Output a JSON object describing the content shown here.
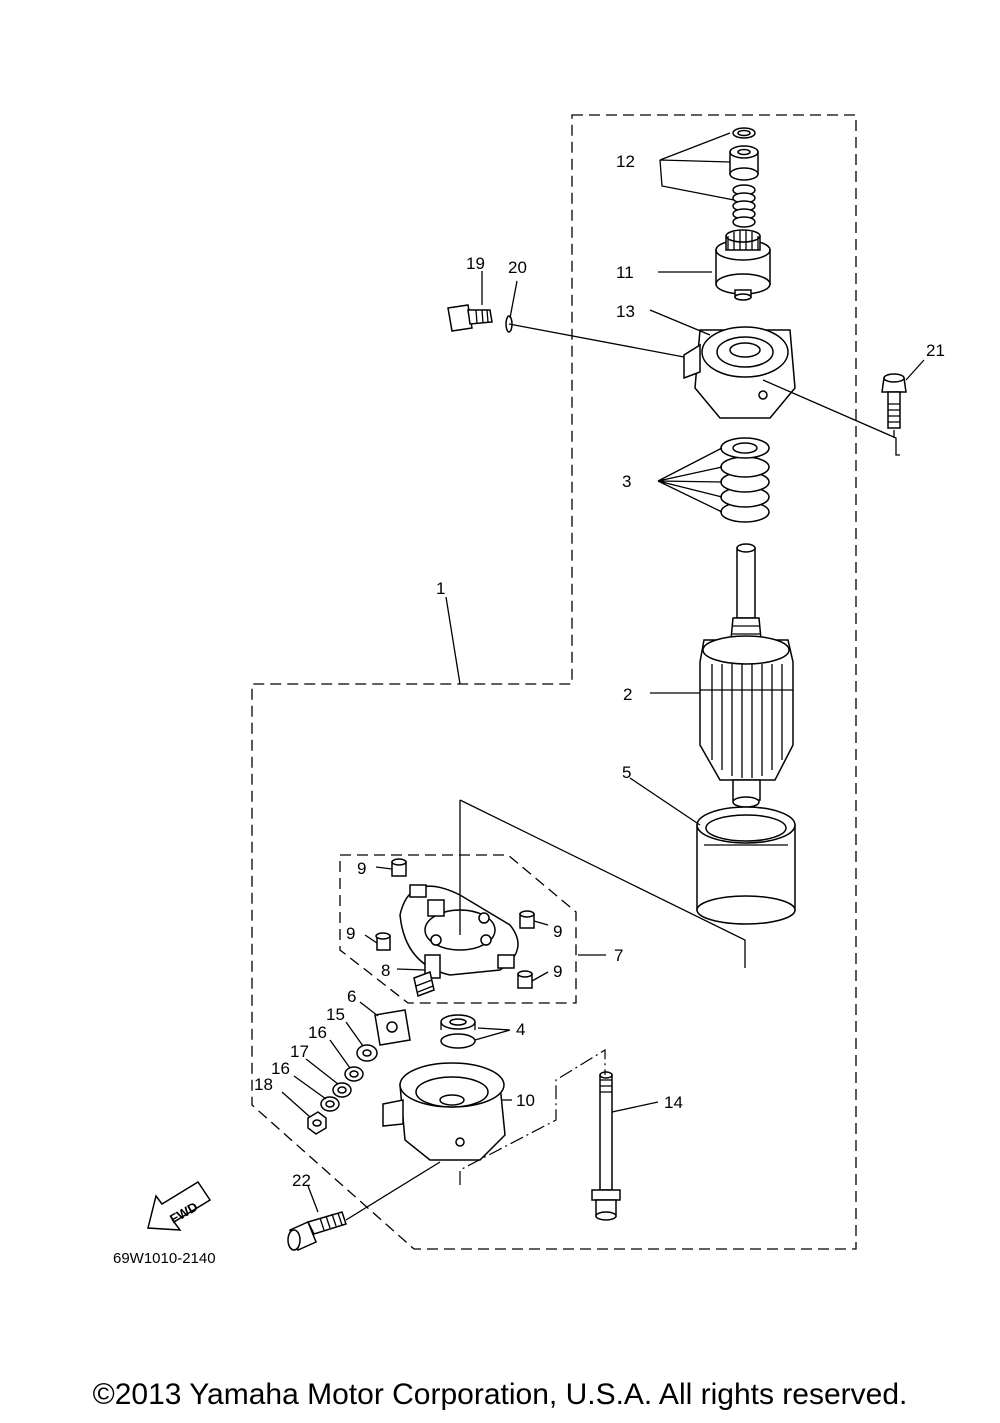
{
  "callouts": {
    "c1": "1",
    "c2": "2",
    "c3": "3",
    "c4": "4",
    "c5": "5",
    "c6": "6",
    "c7": "7",
    "c8": "8",
    "c9a": "9",
    "c9b": "9",
    "c9c": "9",
    "c9d": "9",
    "c10": "10",
    "c11": "11",
    "c12": "12",
    "c13": "13",
    "c14": "14",
    "c15": "15",
    "c16a": "16",
    "c16b": "16",
    "c17": "17",
    "c18": "18",
    "c19": "19",
    "c20": "20",
    "c21": "21",
    "c22": "22"
  },
  "direction_arrow": "FWD",
  "diagram_code": "69W1010-2140",
  "copyright": "©2013 Yamaha Motor Corporation, U.S.A. All rights reserved."
}
